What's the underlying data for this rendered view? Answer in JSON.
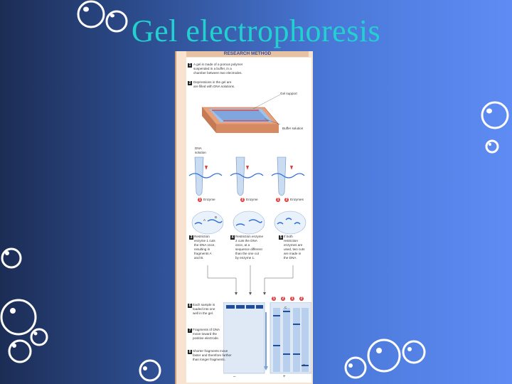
{
  "slide": {
    "title": "Gel electrophoresis"
  },
  "figure": {
    "header": "RESEARCH METHOD",
    "step1": "A gel is made of a porous polymer\nsuspended in a buffer, in a\nchamber between two electrodes.",
    "step2": "Depressions in the gel are\nare filled with DNA solutions.",
    "gel_support_label": "Gel support",
    "buffer_label": "Buffer solution",
    "dna_label": "DNA\nsolution",
    "enzyme1": "Enzyme",
    "enzyme2": "Enzyme",
    "enzyme3": "Enzymes",
    "step3": "Restriction\nenzyme 1 cuts\nthe DNA once,\nresulting in\nfragments A\nand B.",
    "step4": "Restriction enzyme\n2 cuts the DNA\nonce, at a\nsequence different\nthan the one cut\nby enzyme 1.",
    "step5": "If both\nrestriction\nenzymes are\nused, two cuts\nare made in\nthe DNA.",
    "step6": "Each sample is\nloaded into one\nwell in the gel.",
    "step7": "Fragments of DNA\nmove toward the\npositive electrode.",
    "step8": "Shorter fragments move\nfaster and therefore farther\nthan longer fragments.",
    "frag_a": "A",
    "frag_b": "B",
    "frag_c": "C",
    "frag_d": "D",
    "neg": "–",
    "pos": "+"
  },
  "colors": {
    "title": "#22d0d0",
    "bubble": "#ffffff",
    "gel": "#4a6fb3",
    "tray": "#e8a07a"
  }
}
